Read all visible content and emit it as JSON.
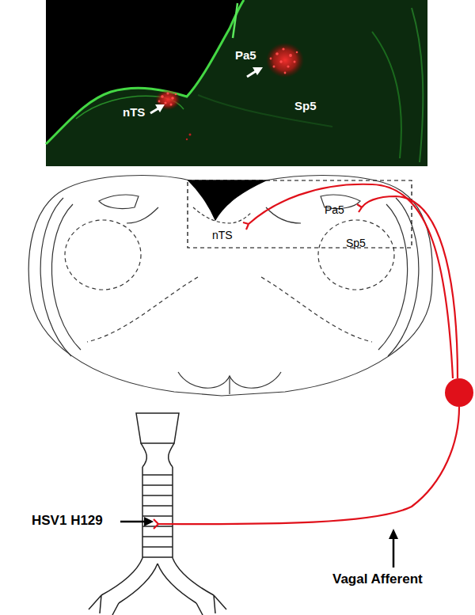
{
  "diagram": {
    "labels": [
      "nTS",
      "Pa5",
      "Sp5",
      "nTS",
      "Pa5",
      "Sp5",
      "HSV1 H129",
      "Vagal Afferent"
    ]
  }
}
